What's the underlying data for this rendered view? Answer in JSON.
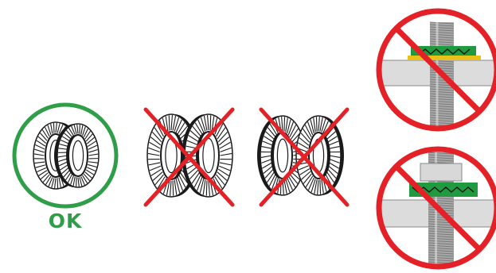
{
  "labels": {
    "ok": "OK"
  },
  "colors": {
    "ok_green": "#2e9e48",
    "prohibit_red": "#e42127",
    "washer_ink": "#1a1a1a",
    "washer_fill": "#ffffff",
    "gasket_green": "#1f9a3f",
    "plate_grey": "#dcdcdc",
    "bolt_grey": "#a9a9a9"
  },
  "panels": [
    {
      "id": "correct-pair",
      "verdict": "ok"
    },
    {
      "id": "wrong-pair-1",
      "verdict": "not-allowed"
    },
    {
      "id": "wrong-pair-2",
      "verdict": "not-allowed"
    },
    {
      "id": "bolt-gasket-top",
      "verdict": "not-allowed"
    },
    {
      "id": "bolt-gasket-bottom",
      "verdict": "not-allowed"
    }
  ]
}
